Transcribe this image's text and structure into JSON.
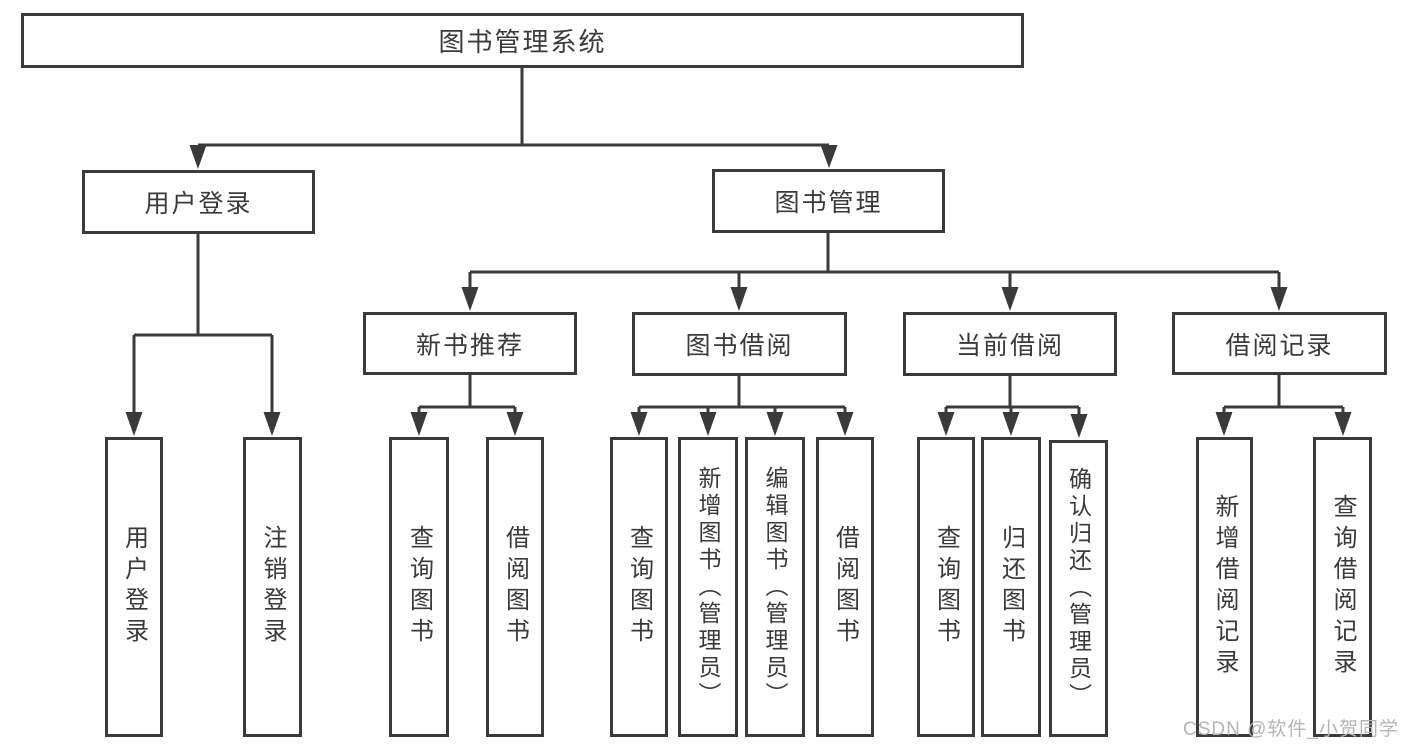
{
  "colors": {
    "line": "#3a3a3a",
    "border": "#3a3a3a",
    "text": "#3a3a3a",
    "background": "#ffffff",
    "watermark": "#b5b5b5"
  },
  "tree": {
    "root": {
      "label": "图书管理系统",
      "children": [
        {
          "label": "用户登录",
          "children": [
            {
              "label": "用户登录"
            },
            {
              "label": "注销登录"
            }
          ]
        },
        {
          "label": "图书管理",
          "children": [
            {
              "label": "新书推荐",
              "children": [
                {
                  "label": "查询图书"
                },
                {
                  "label": "借阅图书"
                }
              ]
            },
            {
              "label": "图书借阅",
              "children": [
                {
                  "label": "查询图书"
                },
                {
                  "label": "新增图书（管理员）"
                },
                {
                  "label": "编辑图书（管理员）"
                },
                {
                  "label": "借阅图书"
                }
              ]
            },
            {
              "label": "当前借阅",
              "children": [
                {
                  "label": "查询图书"
                },
                {
                  "label": "归还图书"
                },
                {
                  "label": "确认归还（管理员）"
                }
              ]
            },
            {
              "label": "借阅记录",
              "children": [
                {
                  "label": "新增借阅记录"
                },
                {
                  "label": "查询借阅记录"
                }
              ]
            }
          ]
        }
      ]
    }
  },
  "watermark": {
    "text": "CSDN @软件_小贺同学"
  }
}
